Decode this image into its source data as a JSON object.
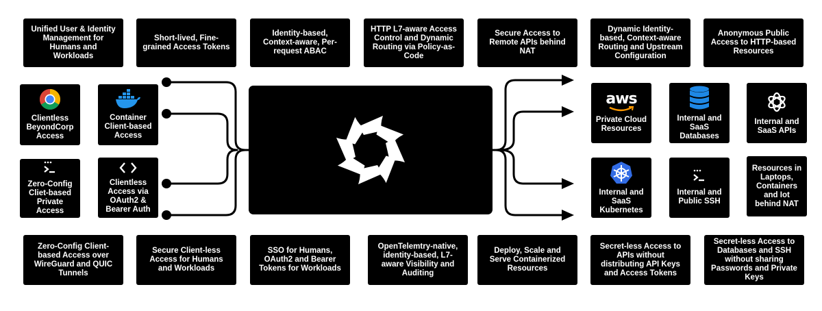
{
  "top_features": [
    "Unified User & Identity Management for Humans and Workloads",
    "Short-lived, Fine-grained Access Tokens",
    "Identity-based, Context-aware, Per-request ABAC",
    "HTTP L7-aware Access Control and Dynamic Routing via Policy-as-Code",
    "Secure Access to Remote APIs behind NAT",
    "Dynamic Identity-based, Context-aware Routing and Upstream Configuration",
    "Anonymous Public Access to HTTP-based Resources"
  ],
  "bottom_features": [
    "Zero-Config Client-based Access over WireGuard and QUIC Tunnels",
    "Secure Client-less Access for Humans and Workloads",
    "SSO for Humans, OAuth2 and Bearer Tokens for Workloads",
    "OpenTelemtry-native, identity-based, L7-aware Visibility and Auditing",
    "Deploy, Scale and Serve Containerized Resources",
    "Secret-less Access to APIs without distributing API Keys and Access Tokens",
    "Secret-less Access to Databases and SSH without sharing Passwords and Private Keys"
  ],
  "clients": [
    {
      "label": "Clientless BeyondCorp Access",
      "icon": "chrome-icon"
    },
    {
      "label": "Container Client-based Access",
      "icon": "docker-icon"
    },
    {
      "label": "Zero-Config Cliet-based Private Access",
      "icon": "terminal-icon"
    },
    {
      "label": "Clientless Access via OAuth2 & Bearer Auth",
      "icon": "code-icon"
    }
  ],
  "resources": [
    {
      "label": "Private Cloud Resources",
      "icon": "aws-icon",
      "logo_text": "aws"
    },
    {
      "label": "Internal and SaaS Databases",
      "icon": "database-icon"
    },
    {
      "label": "Internal and SaaS APIs",
      "icon": "openai-icon"
    },
    {
      "label": "Internal and SaaS Kubernetes",
      "icon": "kubernetes-icon"
    },
    {
      "label": "Internal and Public SSH",
      "icon": "terminal-icon"
    },
    {
      "label": "Resources in Laptops, Containers and Iot behind NAT",
      "icon": ""
    }
  ],
  "center_logo": "octa-logo-icon",
  "colors": {
    "background": "#ffffff",
    "box": "#000000",
    "text": "#ffffff",
    "connector": "#000000"
  }
}
